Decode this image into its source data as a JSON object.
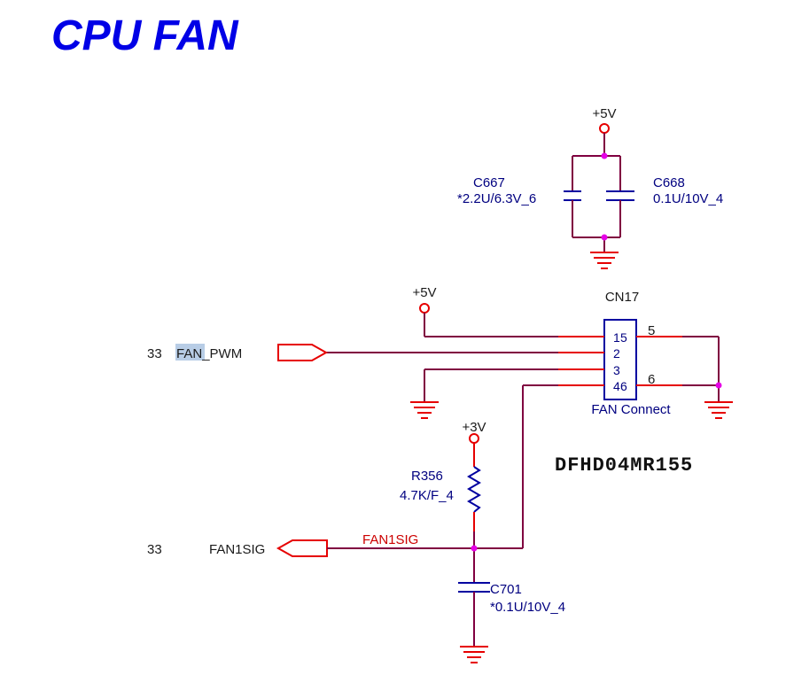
{
  "title": "CPU FAN",
  "power_top": {
    "rail": "+5V"
  },
  "caps": {
    "c667": {
      "ref": "C667",
      "value": "*2.2U/6.3V_6"
    },
    "c668": {
      "ref": "C668",
      "value": "0.1U/10V_4"
    }
  },
  "connector": {
    "ref": "CN17",
    "name": "FAN Connect",
    "rail": "+5V",
    "pins": [
      "1",
      "2",
      "3",
      "4"
    ],
    "shield_pins": [
      "5",
      "6"
    ],
    "part_number": "DFHD04MR155"
  },
  "pwm": {
    "page": "33",
    "net_prefix": "FAN",
    "net_suffix": "_PWM"
  },
  "sig": {
    "page": "33",
    "port_label": "FAN1SIG",
    "net_label": "FAN1SIG",
    "pullup_rail": "+3V",
    "resistor": {
      "ref": "R356",
      "value": "4.7K/F_4"
    },
    "cap": {
      "ref": "C701",
      "value": "*0.1U/10V_4"
    }
  }
}
